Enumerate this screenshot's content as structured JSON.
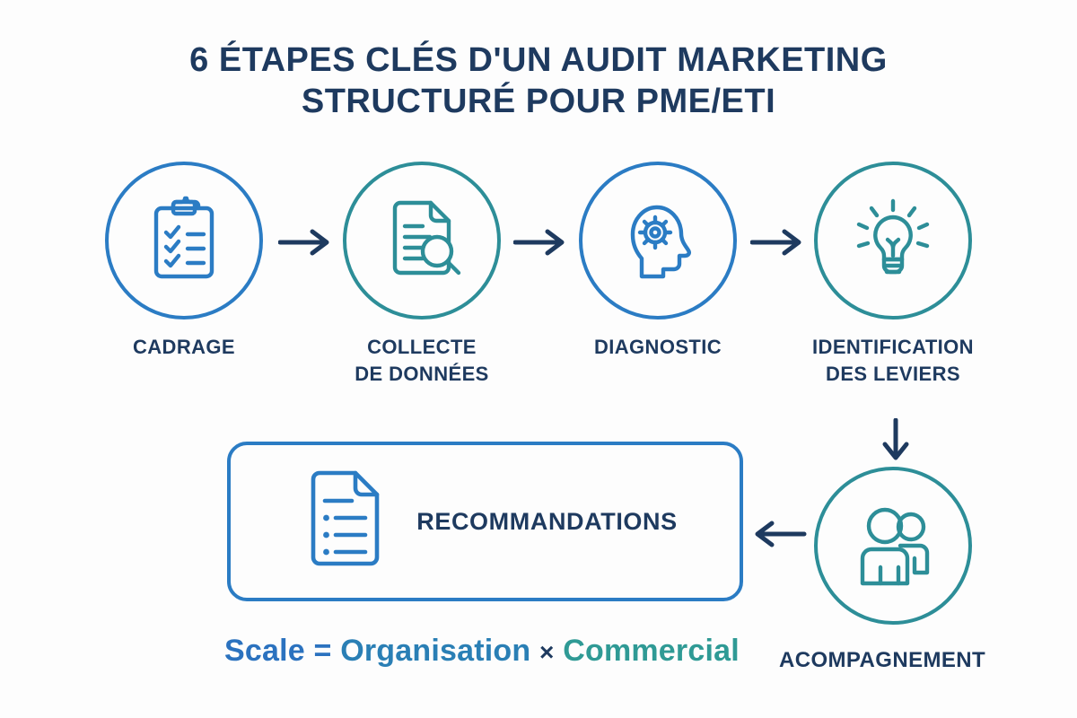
{
  "title": {
    "line1": "6 ÉTAPES CLÉS D'UN AUDIT MARKETING",
    "line2": "STRUCTURÉ POUR PME/ETI"
  },
  "colors": {
    "background": "#fdfdfd",
    "navy": "#1e3a5f",
    "blue": "#2b7cc4",
    "teal": "#2d8e98",
    "arrow": "#1e3a5f"
  },
  "steps": [
    {
      "id": "cadrage",
      "label": "CADRAGE",
      "icon": "clipboard-checklist-icon",
      "color": "#2b7cc4",
      "accent": "blue"
    },
    {
      "id": "collecte",
      "label": "COLLECTE\nDE DONNÉES",
      "icon": "document-search-icon",
      "color": "#2d8e98",
      "accent": "teal"
    },
    {
      "id": "diagnostic",
      "label": "DIAGNOSTIC",
      "icon": "head-gear-icon",
      "color": "#2b7cc4",
      "accent": "blue"
    },
    {
      "id": "identification",
      "label": "IDENTIFICATION\nDES LEVIERS",
      "icon": "lightbulb-icon",
      "color": "#2d8e98",
      "accent": "teal"
    }
  ],
  "accompagnement": {
    "id": "acompagnement",
    "label": "ACOMPAGNEMENT",
    "icon": "two-people-icon",
    "color": "#2d8e98"
  },
  "recommendations": {
    "label": "RECOMMANDATIONS",
    "icon": "document-bullet-list-icon",
    "color": "#2b7cc4"
  },
  "formula": {
    "scale": "Scale",
    "equals": "=",
    "organisation": "Organisation",
    "times": "×",
    "commercial": "Commercial"
  },
  "arrows": [
    {
      "id": "arrow-cadrage-to-collecte",
      "direction": "right"
    },
    {
      "id": "arrow-collecte-to-diagnostic",
      "direction": "right"
    },
    {
      "id": "arrow-diagnostic-to-identification",
      "direction": "right"
    },
    {
      "id": "arrow-identification-to-acompagnement",
      "direction": "down"
    },
    {
      "id": "arrow-acompagnement-to-recommandations",
      "direction": "left"
    }
  ]
}
